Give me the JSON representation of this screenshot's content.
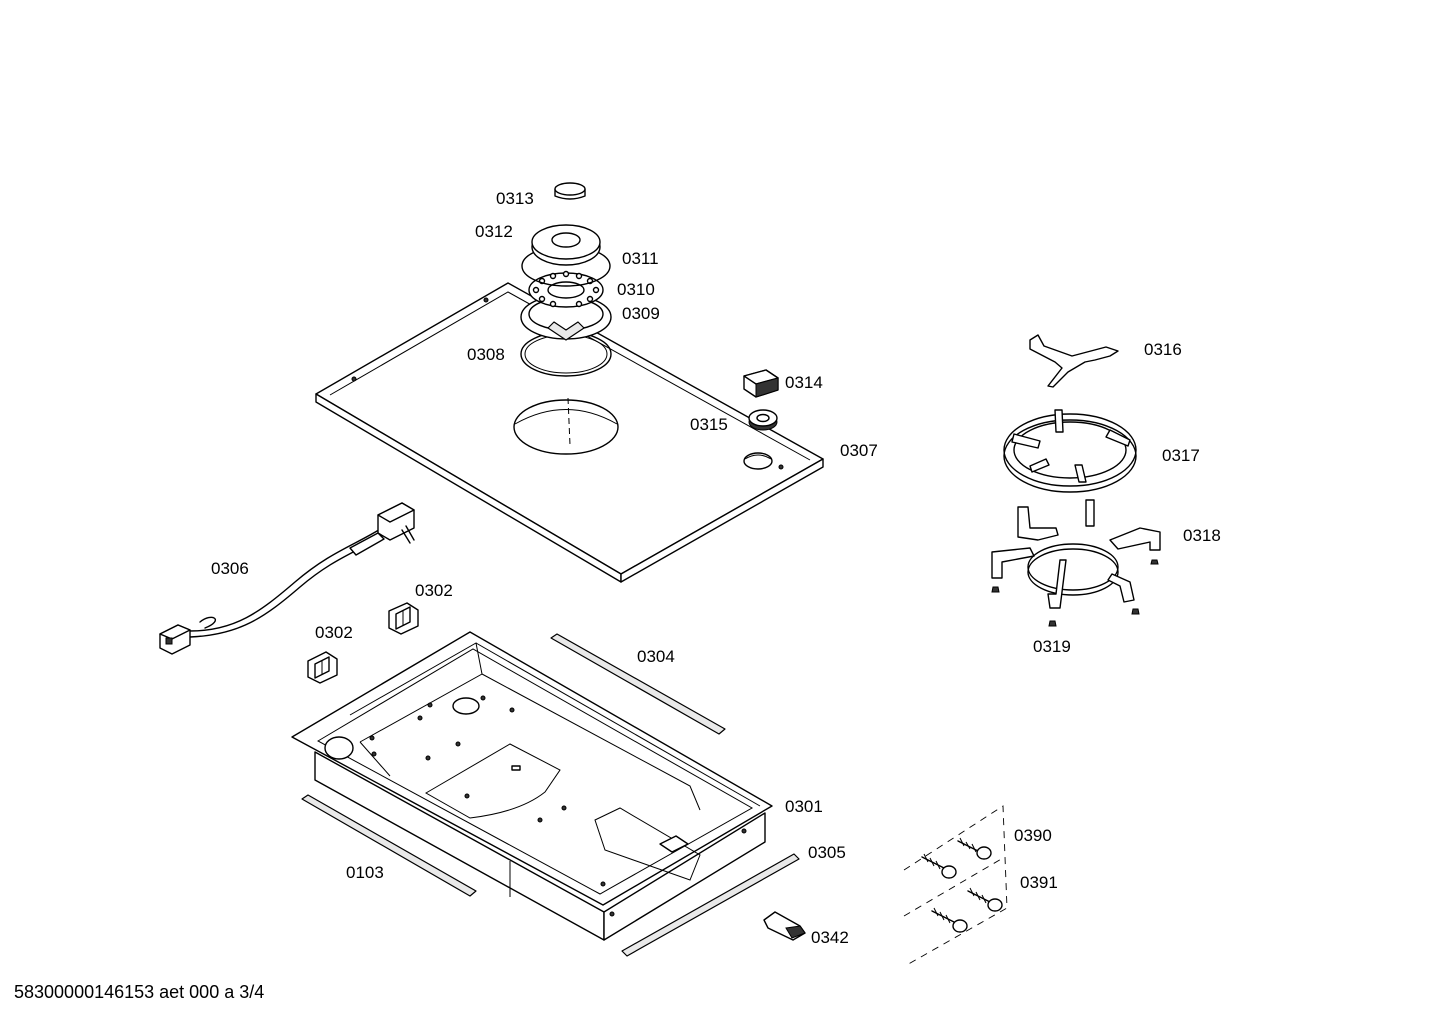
{
  "parts": [
    {
      "id": "p0313",
      "label": "0313"
    },
    {
      "id": "p0312",
      "label": "0312"
    },
    {
      "id": "p0311",
      "label": "0311"
    },
    {
      "id": "p0310",
      "label": "0310"
    },
    {
      "id": "p0309",
      "label": "0309"
    },
    {
      "id": "p0308",
      "label": "0308"
    },
    {
      "id": "p0314",
      "label": "0314"
    },
    {
      "id": "p0315",
      "label": "0315"
    },
    {
      "id": "p0307",
      "label": "0307"
    },
    {
      "id": "p0316",
      "label": "0316"
    },
    {
      "id": "p0317",
      "label": "0317"
    },
    {
      "id": "p0318",
      "label": "0318"
    },
    {
      "id": "p0319",
      "label": "0319"
    },
    {
      "id": "p0306",
      "label": "0306"
    },
    {
      "id": "p0302a",
      "label": "0302"
    },
    {
      "id": "p0302b",
      "label": "0302"
    },
    {
      "id": "p0304",
      "label": "0304"
    },
    {
      "id": "p0301",
      "label": "0301"
    },
    {
      "id": "p0305",
      "label": "0305"
    },
    {
      "id": "p0103",
      "label": "0103"
    },
    {
      "id": "p0342",
      "label": "0342"
    },
    {
      "id": "p0390",
      "label": "0390"
    },
    {
      "id": "p0391",
      "label": "0391"
    }
  ],
  "footer": {
    "document_code": "58300000146153 aet 000 a 3/4"
  }
}
